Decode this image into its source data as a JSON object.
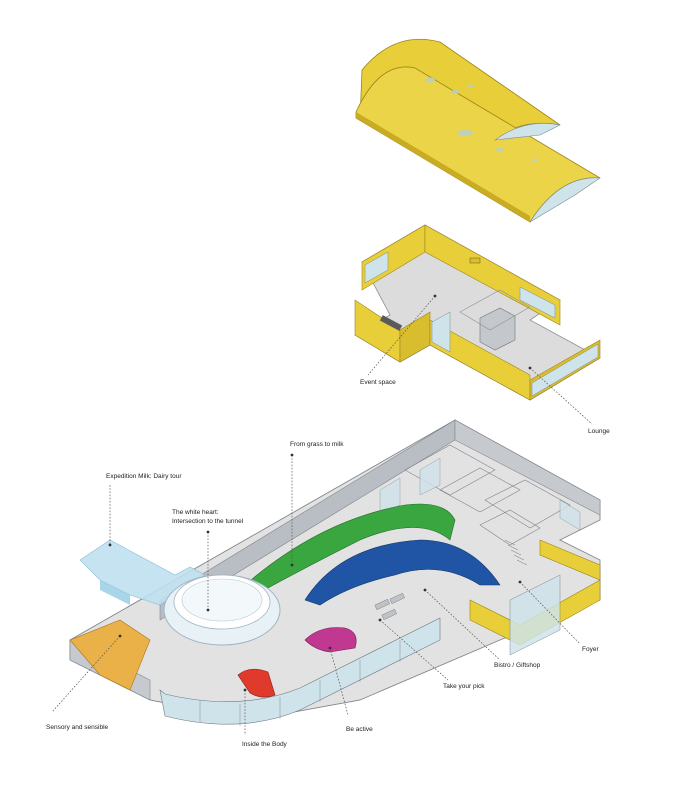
{
  "labels": {
    "event_space": "Event space",
    "lounge": "Lounge",
    "from_grass_to_milk": "From grass to milk",
    "expedition_milk": "Expedition Milk: Dairy tour",
    "white_heart_line1": "The white heart:",
    "white_heart_line2": "Intersection to the tunnel",
    "bistro": "Bistro / Giftshop",
    "foyer": "Foyer",
    "take_your_pick": "Take your pick",
    "sensory": "Sensory and sensible",
    "inside_body": "Inside the Body",
    "be_active": "Be active"
  },
  "colors": {
    "roof_yellow": "#e8cf3a",
    "roof_dark": "#c9ac22",
    "floor": "#dcdcdc",
    "wall": "#b9bec4",
    "glass": "#cfe3ea",
    "green": "#3aa63f",
    "blue": "#1f55a4",
    "magenta": "#c0388f",
    "red": "#e03a2c",
    "orange": "#e9b148",
    "light_blue": "#bfe0f0",
    "leader": "#555555"
  }
}
